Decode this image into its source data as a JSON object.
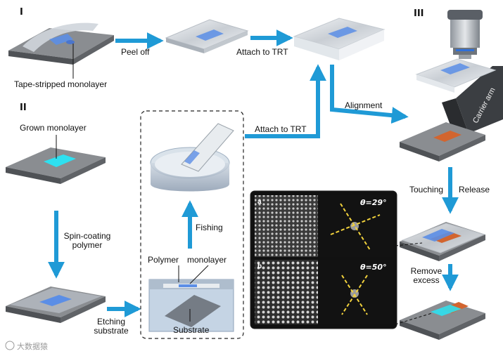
{
  "sections": {
    "one": "I",
    "two": "II",
    "three": "III"
  },
  "labels": {
    "tape_stripped": "Tape-stripped monolayer",
    "peel_off": "Peel off",
    "attach_trt_top": "Attach to TRT",
    "attach_trt_mid": "Attach to TRT",
    "alignment": "Alignment",
    "carrier_arm": "Carrier arm",
    "grown_monolayer": "Grown monolayer",
    "spin_coating": "Spin-coating",
    "polymer_word": "polymer",
    "etching": "Etching",
    "substrate_word": "substrate",
    "fishing": "Fishing",
    "polymer": "Polymer",
    "monolayer": "monolayer",
    "substrate": "Substrate",
    "touching": "Touching",
    "release": "Release",
    "remove": "Remove",
    "excess": "excess"
  },
  "panels": {
    "a": {
      "tag": "a",
      "theta": "θ=29°"
    },
    "b": {
      "tag": "b",
      "theta": "θ=50°"
    }
  },
  "watermark": "大数据猿",
  "colors": {
    "arrow": "#1f9ad6",
    "substrate": "#6b6e72",
    "monolayer_blue": "#5b8ee6",
    "monolayer_cyan": "#2ee0f0",
    "monolayer_orange": "#d2652f",
    "fft_line": "#f2d23c"
  }
}
